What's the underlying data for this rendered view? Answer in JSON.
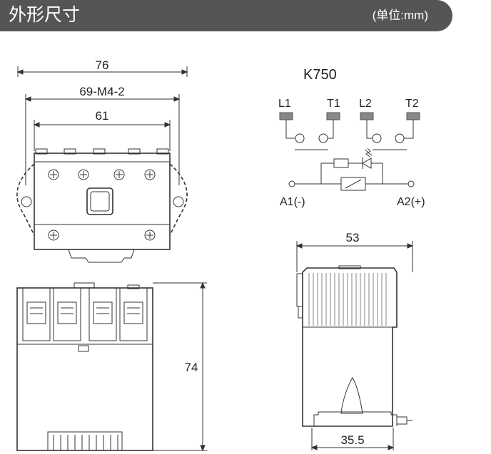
{
  "header": {
    "title": "外形尺寸",
    "unit": "(单位:mm)"
  },
  "front_view": {
    "dims": {
      "overall_width": "76",
      "mount_holes": "69-M4-2",
      "body_width": "61"
    }
  },
  "side_view": {
    "dims": {
      "height": "74"
    }
  },
  "schematic": {
    "model": "K750",
    "terminals": {
      "l1": "L1",
      "t1": "T1",
      "l2": "L2",
      "t2": "T2"
    },
    "coil": {
      "a1": "A1(-)",
      "a2": "A2(+)"
    }
  },
  "profile_view": {
    "dims": {
      "depth": "53",
      "rail": "35.5"
    }
  }
}
